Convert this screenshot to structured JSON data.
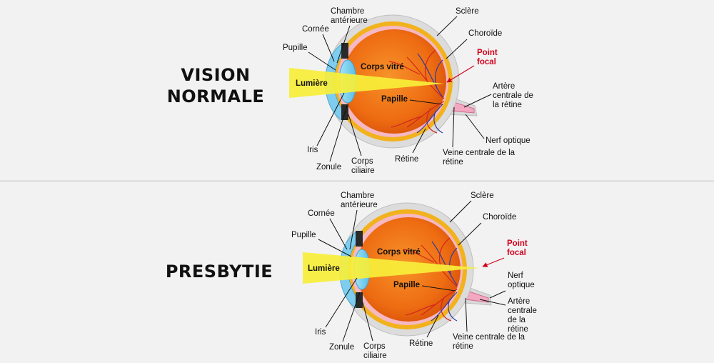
{
  "normal": {
    "title_line1": "VISION",
    "title_line2": "NORMALE",
    "labels": {
      "chambre_1": "Chambre",
      "chambre_2": "antérieure",
      "cornee": "Cornée",
      "pupille": "Pupille",
      "lumiere": "Lumière",
      "sclere": "Sclère",
      "choroide": "Choroïde",
      "point_focal_1": "Point",
      "point_focal_2": "focal",
      "corps_vitre": "Corps vitré",
      "papille": "Papille",
      "artere_1": "Artère",
      "artere_2": "centrale de",
      "artere_3": "la rétine",
      "nerf": "Nerf optique",
      "veine_1": "Veine centrale de la",
      "veine_2": "rétine",
      "retine": "Rétine",
      "iris": "Iris",
      "zonule": "Zonule",
      "corps_ciliaire_1": "Corps",
      "corps_ciliaire_2": "ciliaire"
    }
  },
  "presbytie": {
    "title": "PRESBYTIE",
    "labels": {
      "chambre_1": "Chambre",
      "chambre_2": "antérieure",
      "cornee": "Cornée",
      "pupille": "Pupille",
      "lumiere": "Lumière",
      "sclere": "Sclère",
      "choroide": "Choroïde",
      "point_focal_1": "Point",
      "point_focal_2": "focal",
      "corps_vitre": "Corps vitré",
      "papille": "Papille",
      "nerf_1": "Nerf",
      "nerf_2": "optique",
      "artere_1": "Artère",
      "artere_2": "centrale",
      "artere_3": "de la",
      "artere_4": "rétine",
      "veine_1": "Veine centrale de la",
      "veine_2": "rétine",
      "retine": "Rétine",
      "iris": "Iris",
      "zonule": "Zonule",
      "corps_ciliaire_1": "Corps",
      "corps_ciliaire_2": "ciliaire"
    }
  },
  "colors": {
    "sclera": "#dcdcdc",
    "choroid": "#f2b21d",
    "retina": "#f5b8c4",
    "vitreous": "#f07818",
    "lens": "#7fd3f0",
    "light_beam": "#f7ef3a",
    "focal_red": "#d0021b",
    "vessel_red": "#d3261d",
    "vessel_blue": "#2e3c9e"
  }
}
